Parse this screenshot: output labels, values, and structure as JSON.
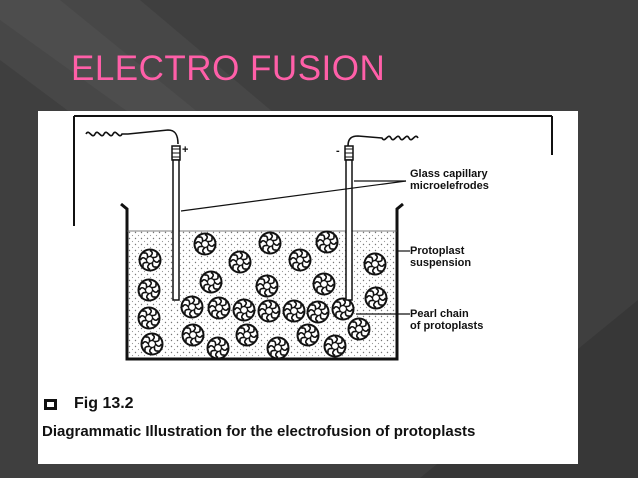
{
  "slide": {
    "title": "ELECTRO FUSION",
    "title_color": "#ff5fa8",
    "background_color": "#3f3f3f"
  },
  "figure": {
    "labels": {
      "electrode_label_line1": "Glass capillary",
      "electrode_label_line2": "microelefrodes",
      "suspension_label_line1": "Protoplast",
      "suspension_label_line2": "suspension",
      "chain_label_line1": "Pearl chain",
      "chain_label_line2": "of protoplasts",
      "plus_sign": "+",
      "minus_sign": "-"
    },
    "fig_number": "Fig 13.2",
    "caption": "Diagrammatic Illustration for the electrofusion of protoplasts",
    "icons": {
      "bullet": "checkbox-icon"
    }
  }
}
